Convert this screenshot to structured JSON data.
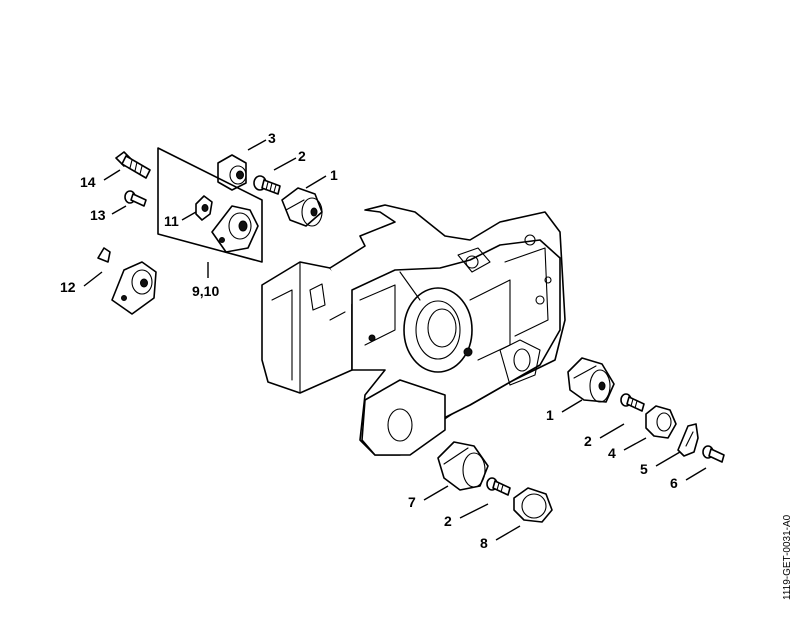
{
  "diagram": {
    "reference_code": "1119-GET-0031-A0",
    "callouts": {
      "top_3": "3",
      "top_2": "2",
      "top_1": "1",
      "left_14": "14",
      "left_13": "13",
      "left_11": "11",
      "left_12": "12",
      "left_9_10": "9,10",
      "right_1": "1",
      "right_2": "2",
      "right_4": "4",
      "right_5": "5",
      "right_6": "6",
      "bottom_7": "7",
      "bottom_2": "2",
      "bottom_8": "8"
    }
  }
}
